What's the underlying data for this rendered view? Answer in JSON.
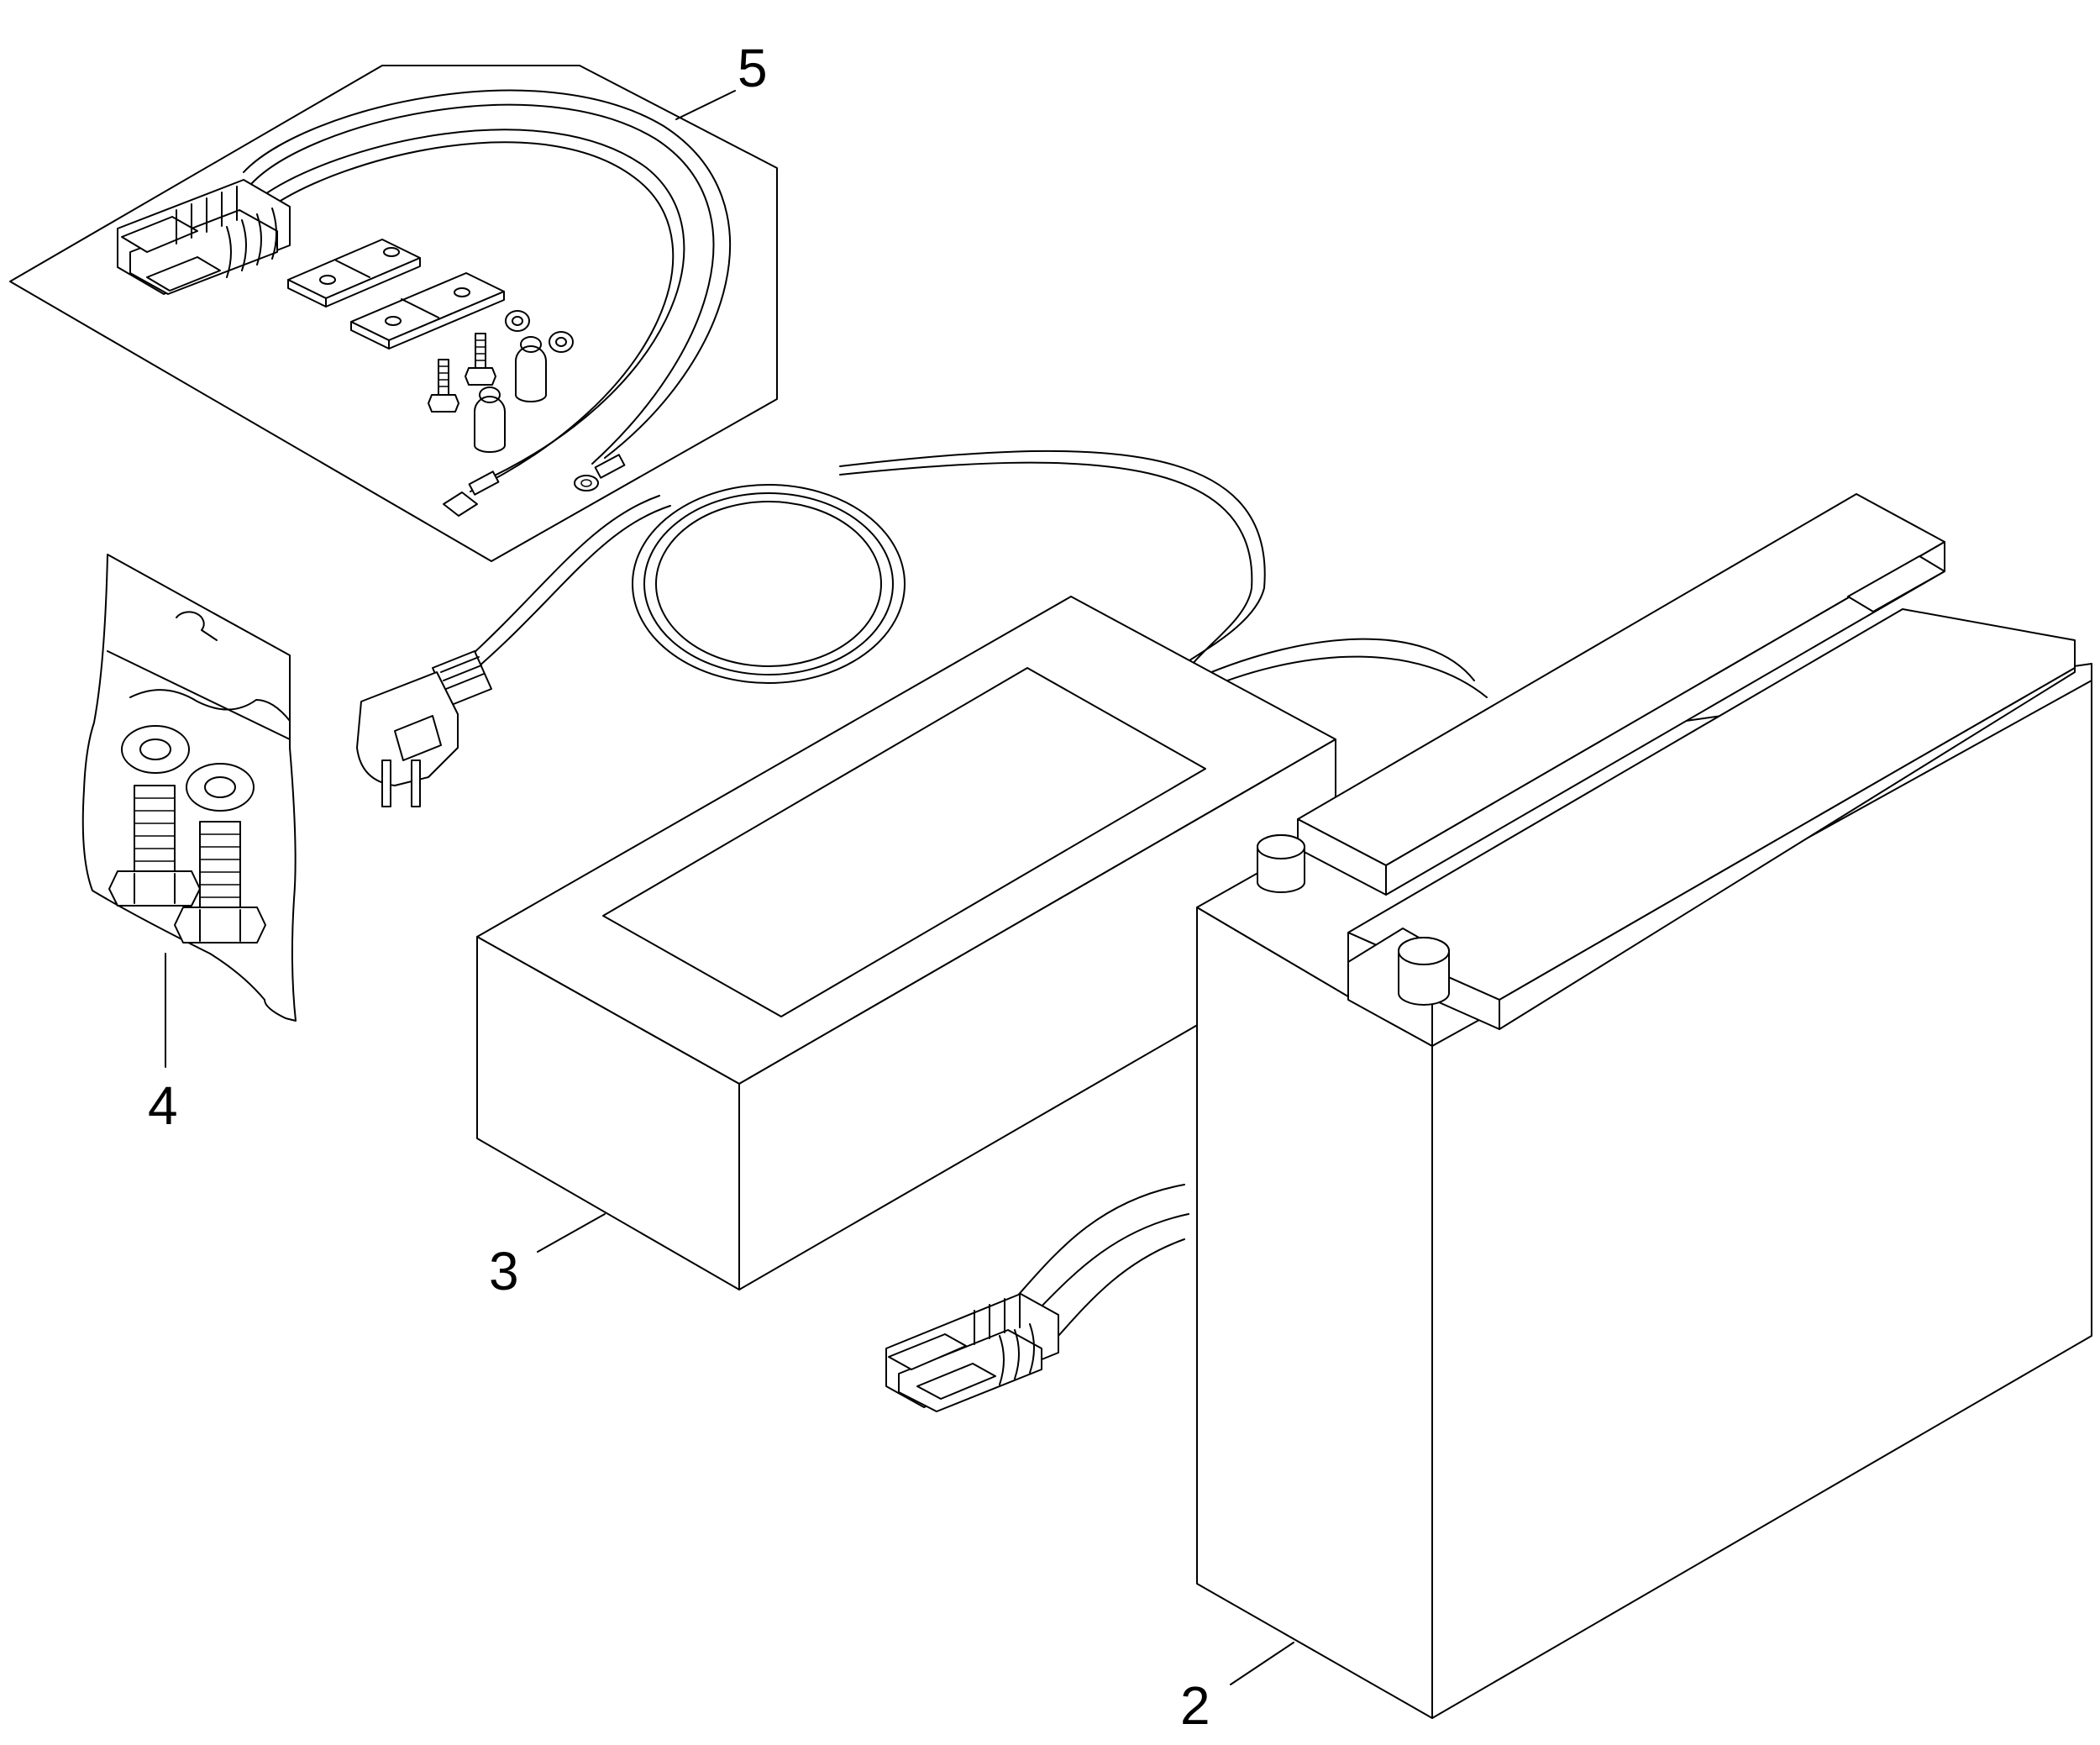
{
  "colors": {
    "line": "#000000",
    "background": "#ffffff"
  },
  "icons": [
    "cable-kit-icon",
    "hardware-bag-icon",
    "charger-icon",
    "battery-icon",
    "anderson-connector-icon",
    "mains-plug-icon"
  ],
  "callouts": {
    "battery": "2",
    "charger": "3",
    "hardware_bag": "4",
    "cable_kit": "5"
  }
}
